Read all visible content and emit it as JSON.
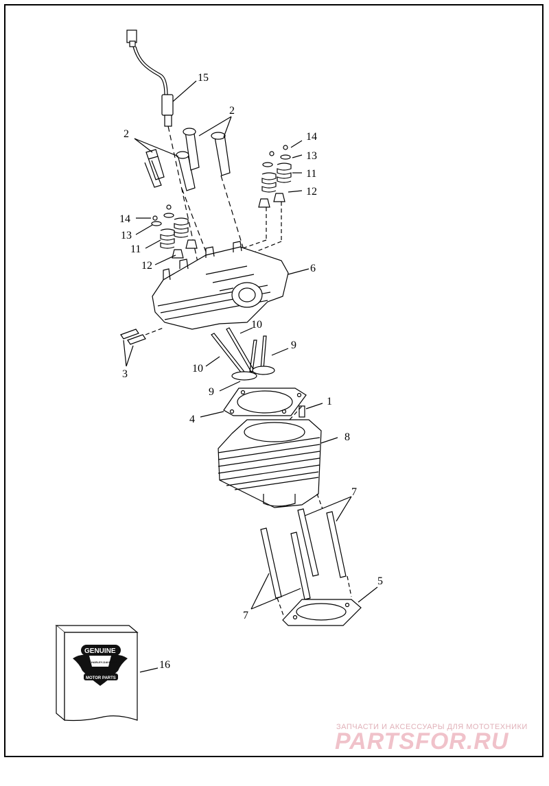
{
  "callouts": {
    "n1": "1",
    "n2a": "2",
    "n2b": "2",
    "n3": "3",
    "n4": "4",
    "n5": "5",
    "n6": "6",
    "n7a": "7",
    "n7b": "7",
    "n8": "8",
    "n9a": "9",
    "n9b": "9",
    "n10a": "10",
    "n10b": "10",
    "n11a": "11",
    "n11b": "11",
    "n12a": "12",
    "n12b": "12",
    "n13a": "13",
    "n13b": "13",
    "n14a": "14",
    "n14b": "14",
    "n15": "15",
    "n16": "16"
  },
  "badge": {
    "top": "GENUINE",
    "brand_line1": "HARLEY-DAVIDSON",
    "bottom": "MOTOR PARTS"
  },
  "watermark": {
    "tagline": "ЗАПЧАСТИ И АКСЕССУАРЫ ДЛЯ МОТОТЕХНИКИ",
    "brand": "PARTSFOR.RU"
  },
  "colors": {
    "ink": "#000000",
    "watermark": "#f0c2ca"
  }
}
